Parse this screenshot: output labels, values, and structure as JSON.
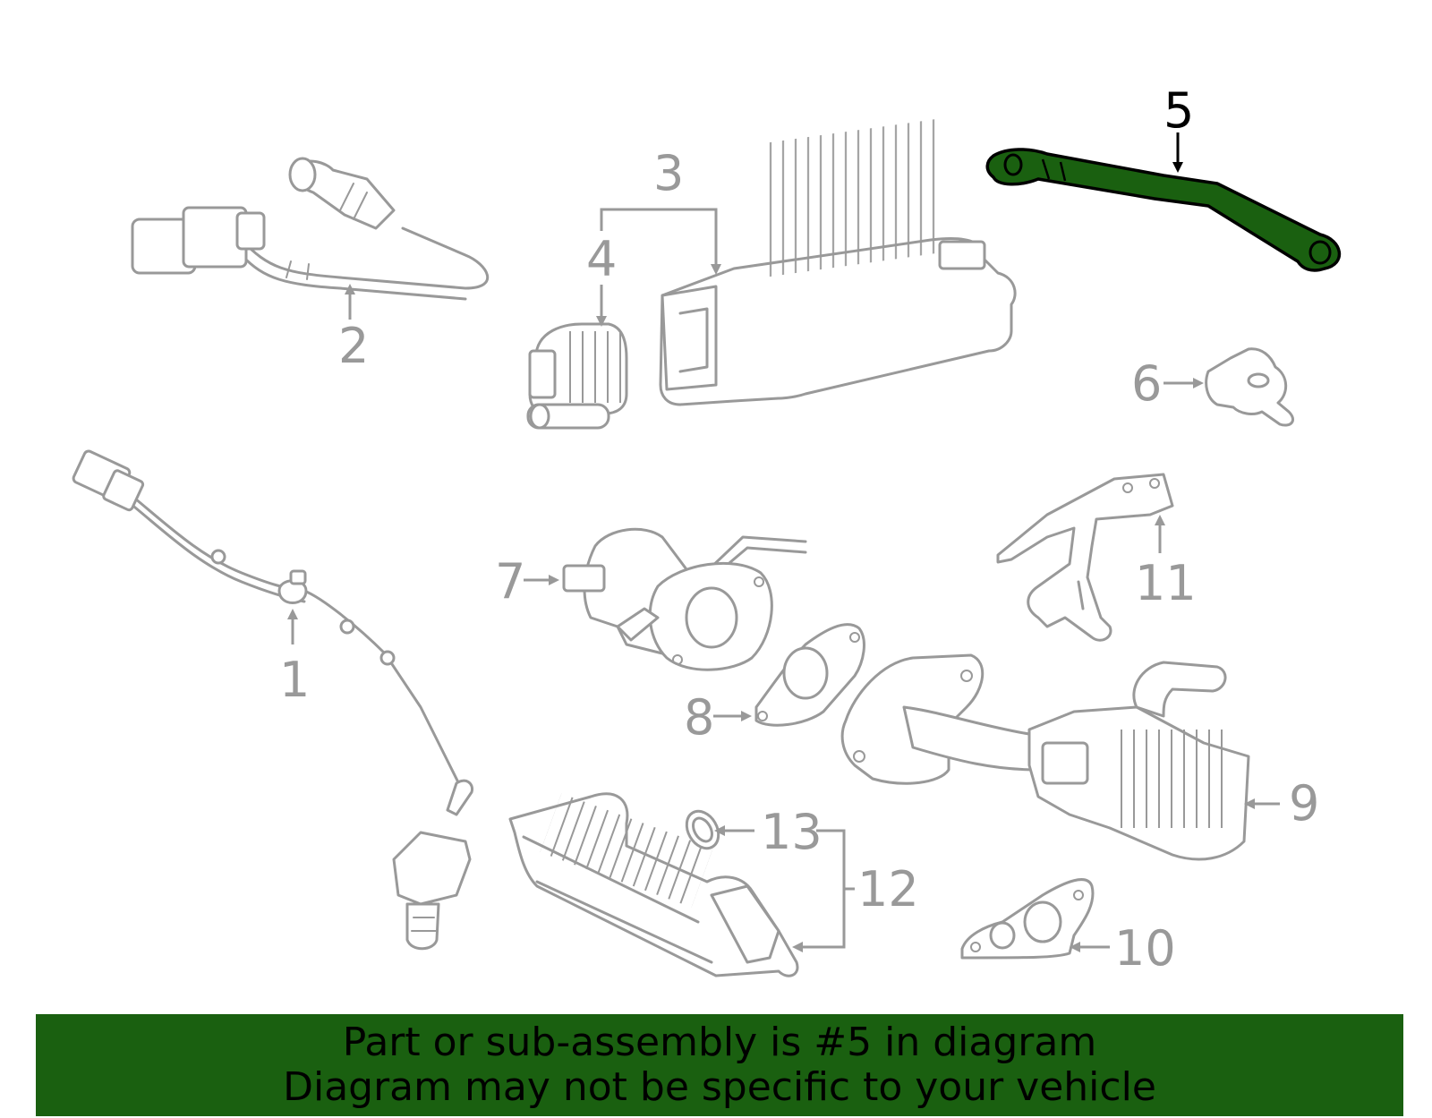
{
  "diagram": {
    "highlight_color": "#1a6010",
    "callouts": [
      {
        "id": "1",
        "label": "1"
      },
      {
        "id": "2",
        "label": "2"
      },
      {
        "id": "3",
        "label": "3"
      },
      {
        "id": "4",
        "label": "4"
      },
      {
        "id": "5",
        "label": "5",
        "highlighted": true
      },
      {
        "id": "6",
        "label": "6"
      },
      {
        "id": "7",
        "label": "7"
      },
      {
        "id": "8",
        "label": "8"
      },
      {
        "id": "9",
        "label": "9"
      },
      {
        "id": "10",
        "label": "10"
      },
      {
        "id": "11",
        "label": "11"
      },
      {
        "id": "12",
        "label": "12"
      },
      {
        "id": "13",
        "label": "13"
      }
    ]
  },
  "banner": {
    "line1": "Part or sub-assembly is #5 in diagram",
    "line2": "Diagram may not be specific to your vehicle",
    "background": "#1a6010"
  }
}
